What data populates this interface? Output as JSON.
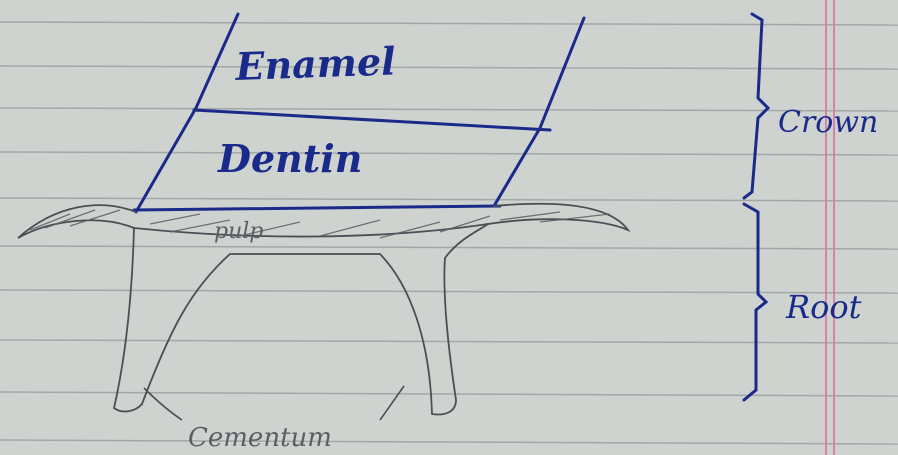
{
  "labels": {
    "enamel": "Enamel",
    "dentin": "Dentin",
    "pulp": "pulp",
    "crown": "Crown",
    "root": "Root",
    "cementum": "Cementum"
  },
  "colors": {
    "paper": "#cfd3cf",
    "rule_line": "#8f9699",
    "margin_line": "#d97aa6",
    "ink_blue": "#1a2a8a",
    "pencil": "#4b4f55"
  }
}
